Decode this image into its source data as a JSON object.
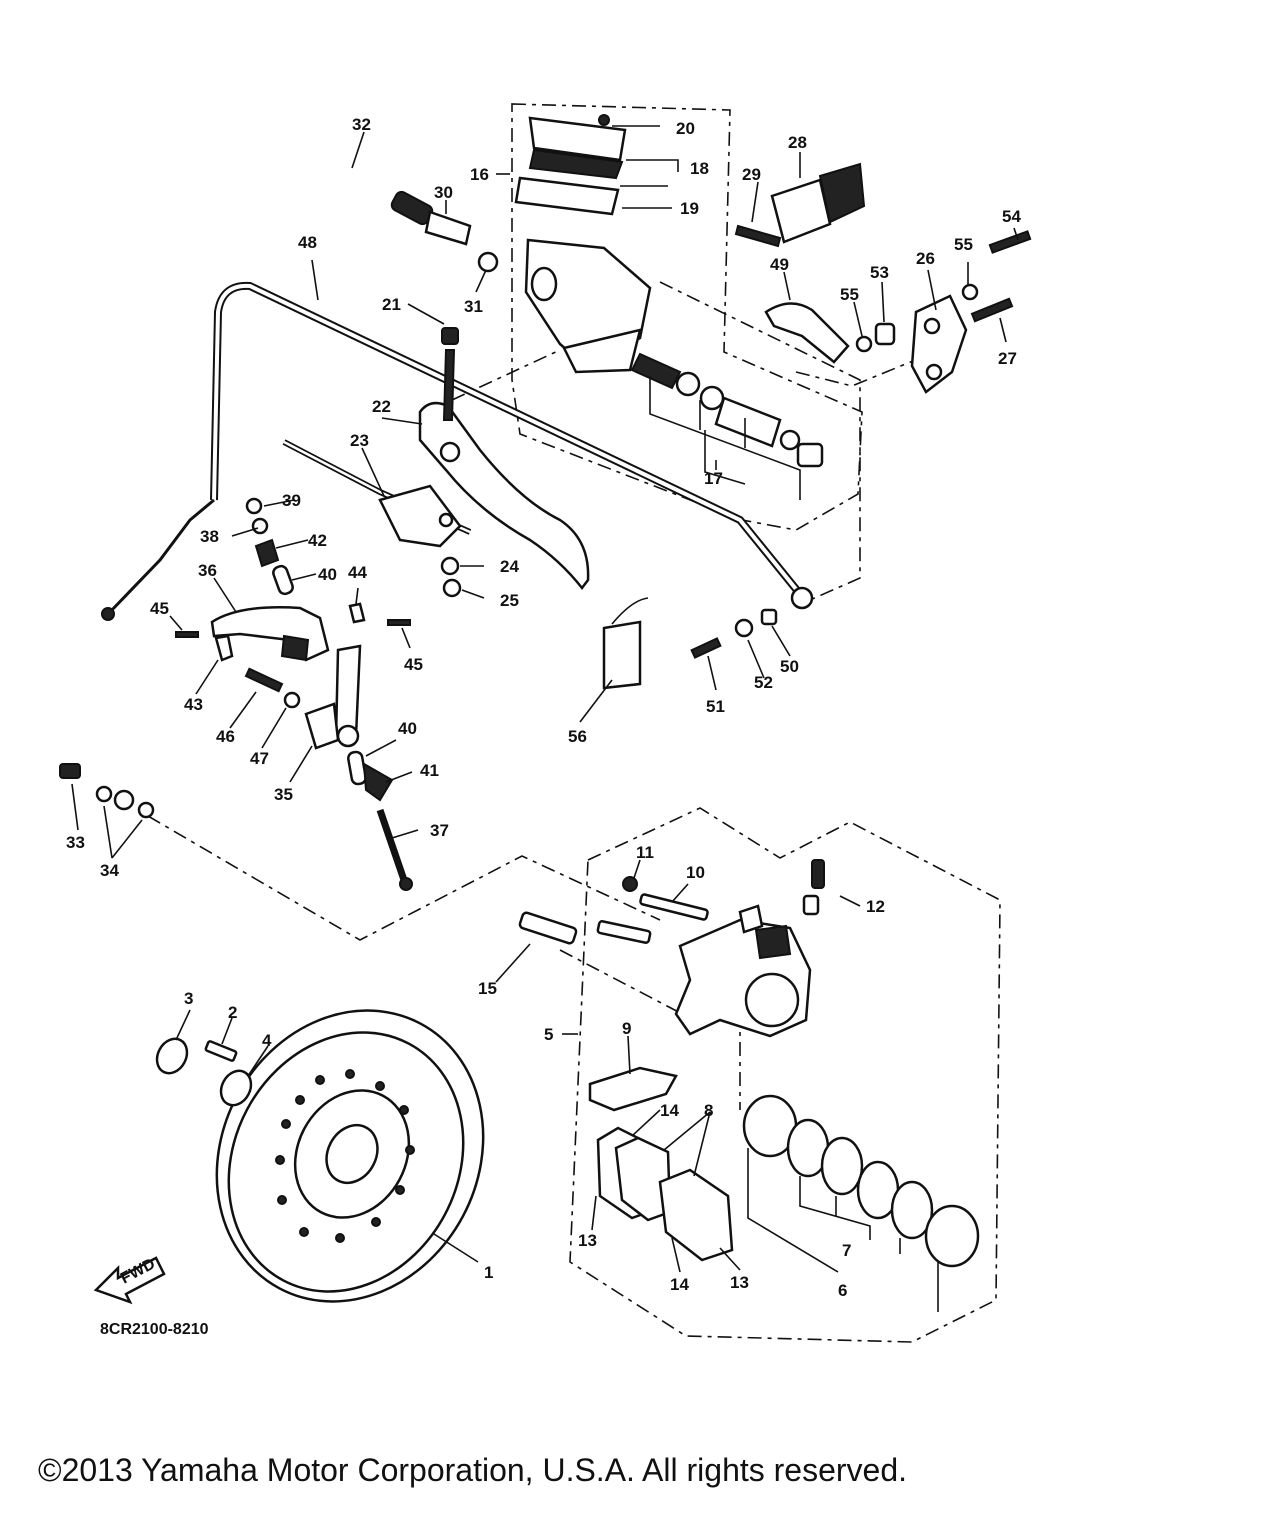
{
  "diagram": {
    "drawing_code": "8CR2100-8210",
    "arrow_label": "FWD",
    "copyright": "©2013 Yamaha Motor Corporation, U.S.A. All rights reserved.",
    "callouts": [
      "1",
      "2",
      "3",
      "4",
      "5",
      "6",
      "7",
      "8",
      "9",
      "10",
      "11",
      "12",
      "13",
      "13",
      "14",
      "14",
      "15",
      "16",
      "17",
      "18",
      "19",
      "20",
      "21",
      "22",
      "23",
      "24",
      "25",
      "26",
      "27",
      "28",
      "29",
      "30",
      "31",
      "32",
      "33",
      "34",
      "35",
      "36",
      "37",
      "38",
      "39",
      "40",
      "40",
      "41",
      "42",
      "43",
      "44",
      "45",
      "45",
      "46",
      "47",
      "48",
      "49",
      "50",
      "51",
      "52",
      "53",
      "54",
      "55",
      "55",
      "56"
    ]
  }
}
